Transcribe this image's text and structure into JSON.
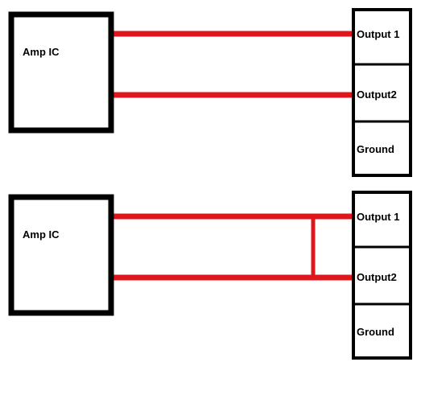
{
  "colors": {
    "wire": "#e0161d",
    "box_border": "#000000",
    "background": "#ffffff"
  },
  "top_diagram": {
    "amp_label": "Amp IC",
    "outputs": [
      "Output 1",
      "Output2",
      "Ground"
    ]
  },
  "bottom_diagram": {
    "amp_label": "Amp IC",
    "outputs": [
      "Output 1",
      "Output2",
      "Ground"
    ]
  }
}
